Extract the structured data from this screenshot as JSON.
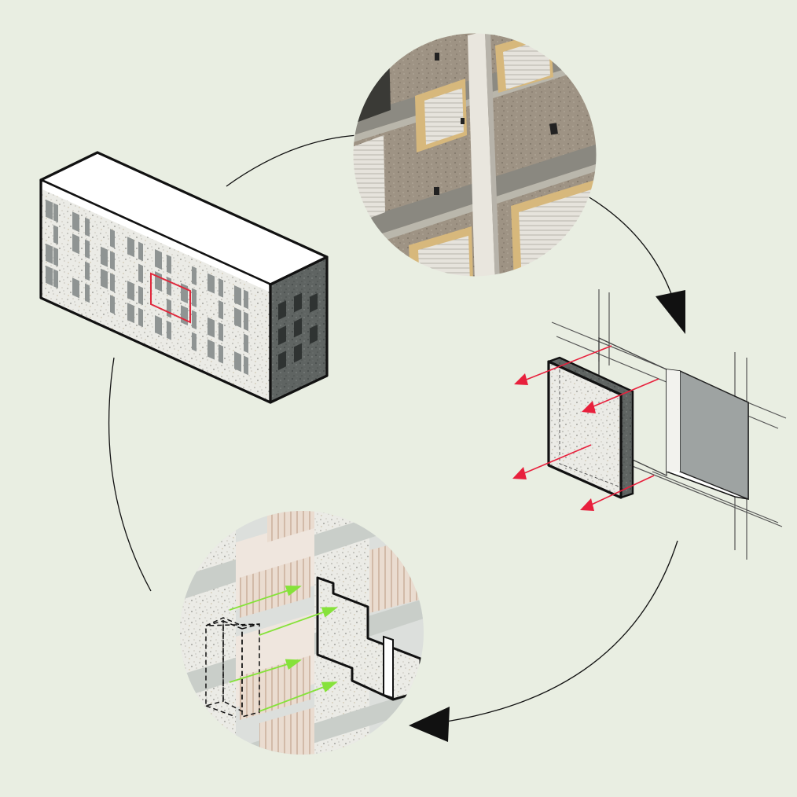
{
  "diagram": {
    "colors": {
      "background": "#e9eee2",
      "outline": "#111111",
      "extraction_arrow": "#e8203c",
      "insertion_arrow": "#86e23a",
      "highlight_frame": "#e0283c",
      "panel_grey": "#9ea3a2",
      "concrete_dark": "#5e6361"
    },
    "nodes": [
      {
        "name": "building-volume"
      },
      {
        "name": "facade-photo-detail"
      },
      {
        "name": "panel-extraction"
      },
      {
        "name": "panel-insertion-detail"
      }
    ],
    "cycle_direction": "clockwise"
  }
}
